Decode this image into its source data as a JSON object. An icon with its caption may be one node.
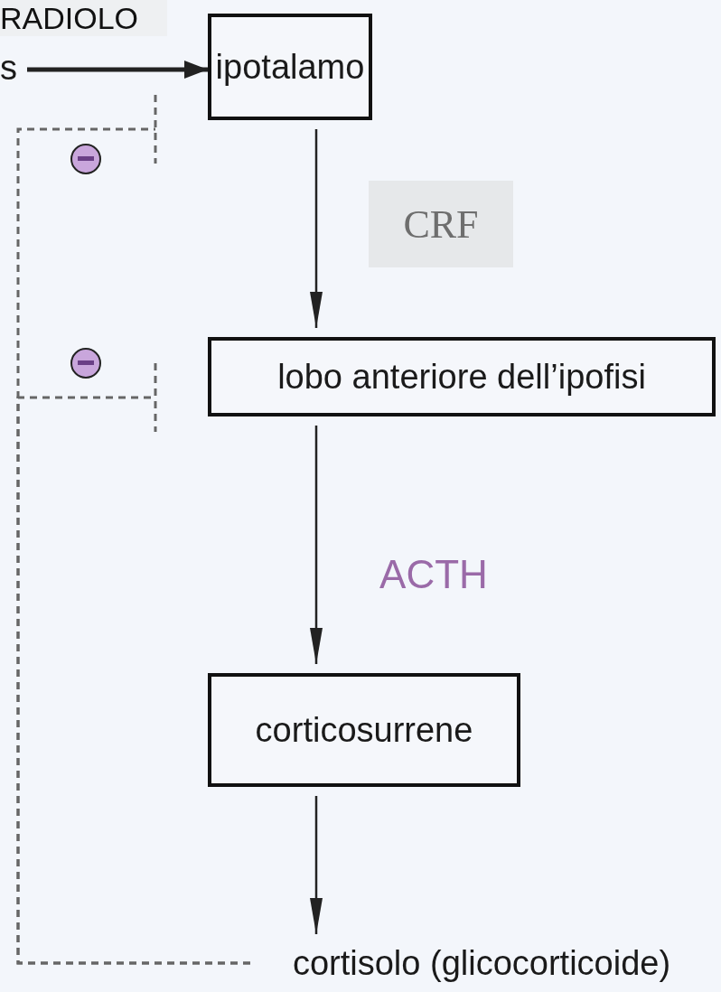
{
  "diagram": {
    "nodes": [
      {
        "text": [
          "s"
        ]
      },
      {
        "text": [
          "ipotalamo"
        ]
      },
      {
        "text": [
          "lobo anteriore dell’ipofisi"
        ]
      },
      {
        "text": [
          "corticosurrene"
        ]
      },
      {
        "text": [
          "cortisolo (glicocorticoide)"
        ]
      }
    ],
    "edges": [
      {
        "from": 0,
        "to": 1,
        "arrow": "to",
        "style": "thick"
      },
      {
        "from": 1,
        "to": 2,
        "arrow": "to",
        "label": "CRF"
      },
      {
        "from": 2,
        "to": 3,
        "arrow": "to",
        "label": "ACTH"
      },
      {
        "from": 3,
        "to": 4,
        "arrow": "to"
      },
      {
        "from": 4,
        "to": 1,
        "arrow": "other",
        "style": "dashed",
        "color": "#666666"
      },
      {
        "from": 4,
        "to": 2,
        "arrow": "other",
        "style": "dashed",
        "color": "#666666"
      }
    ],
    "labels": [
      "RADIOLO"
    ]
  }
}
